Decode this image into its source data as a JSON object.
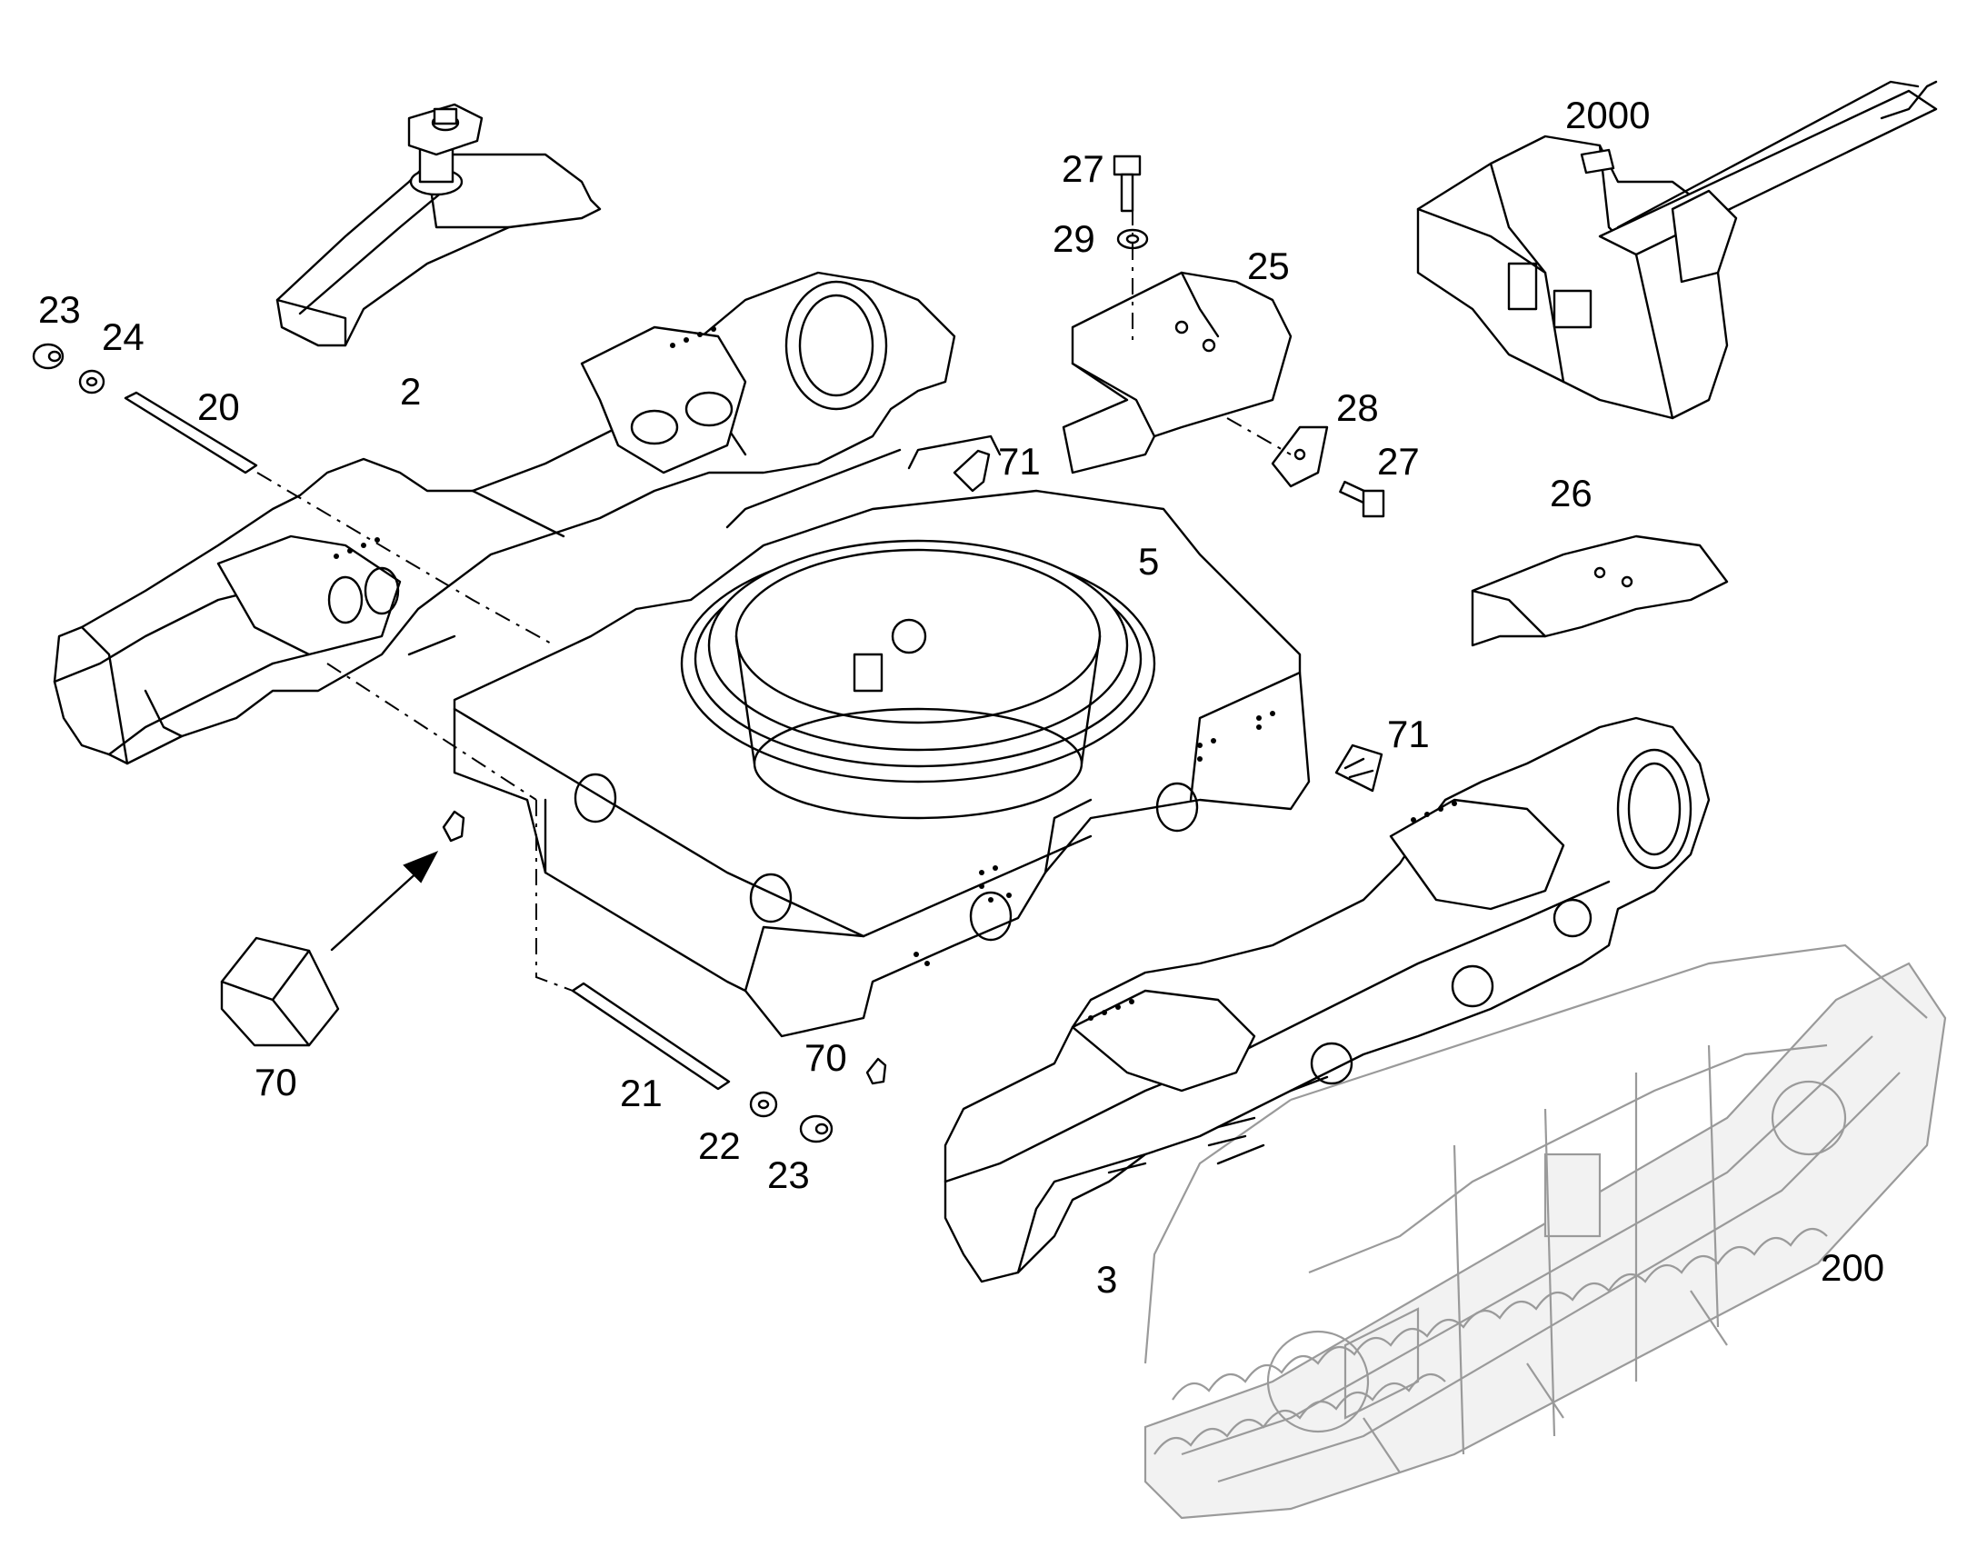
{
  "labels": [
    {
      "id": "label-2000",
      "text": "2000"
    },
    {
      "id": "label-27-top",
      "text": "27"
    },
    {
      "id": "label-29",
      "text": "29"
    },
    {
      "id": "label-25",
      "text": "25"
    },
    {
      "id": "label-23-left",
      "text": "23"
    },
    {
      "id": "label-24",
      "text": "24"
    },
    {
      "id": "label-20",
      "text": "20"
    },
    {
      "id": "label-2",
      "text": "2"
    },
    {
      "id": "label-28",
      "text": "28"
    },
    {
      "id": "label-27-right",
      "text": "27"
    },
    {
      "id": "label-71-top",
      "text": "71"
    },
    {
      "id": "label-26",
      "text": "26"
    },
    {
      "id": "label-5",
      "text": "5"
    },
    {
      "id": "label-71-right",
      "text": "71"
    },
    {
      "id": "label-70-left",
      "text": "70"
    },
    {
      "id": "label-70-mid",
      "text": "70"
    },
    {
      "id": "label-21",
      "text": "21"
    },
    {
      "id": "label-22",
      "text": "22"
    },
    {
      "id": "label-23-bottom",
      "text": "23"
    },
    {
      "id": "label-3",
      "text": "3"
    },
    {
      "id": "label-200",
      "text": "200"
    }
  ],
  "colors": {
    "line": "#000000",
    "track": "#9a9a9a",
    "background": "#ffffff"
  }
}
